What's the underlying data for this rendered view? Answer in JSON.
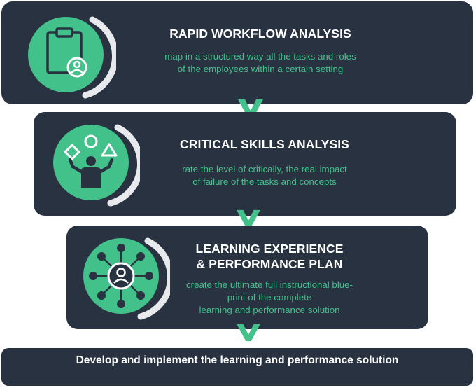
{
  "steps": [
    {
      "title": "RAPID WORKFLOW ANALYSIS",
      "description_lines": [
        "map in a structured way all the tasks and roles",
        "of the employees within a certain setting"
      ],
      "icon": "clipboard-user-icon"
    },
    {
      "title": "CRITICAL SKILLS ANALYSIS",
      "description_lines": [
        "rate the level of critically, the real impact",
        "of failure of the tasks and concepts"
      ],
      "icon": "person-juggling-shapes-icon"
    },
    {
      "title_lines": [
        "LEARNING EXPERIENCE",
        "& PERFORMANCE PLAN"
      ],
      "description_lines": [
        "create the ultimate full instructional blue-",
        "print of the complete",
        "learning and performance solution"
      ],
      "icon": "user-network-icon"
    }
  ],
  "final_step": "Develop and implement the learning and performance solution",
  "colors": {
    "panel": "#283241",
    "accent": "#43c18b",
    "text": "#ffffff",
    "ring": "#e7e9ec"
  }
}
